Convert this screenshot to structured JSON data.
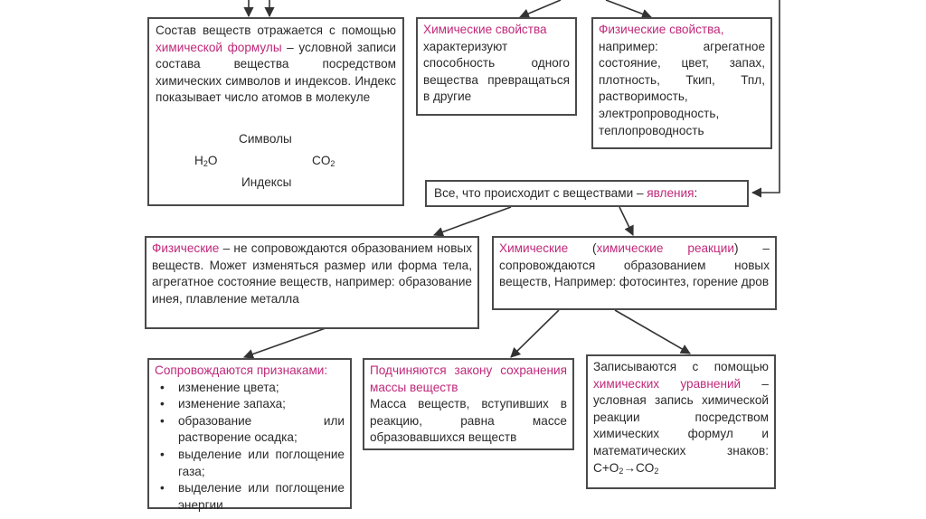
{
  "composition_box": {
    "text_before": "Состав веществ отражается с по­мощью ",
    "highlight": "химической формулы",
    "text_after": " – условной записи состава вещества посредством химических символов и индексов. Индекс показывает число атомов в молекуле",
    "formula": {
      "symbols_label": "Символы",
      "indices_label": "Индексы",
      "left_formula": "H",
      "left_sub": "2",
      "left_tail": "O",
      "right_formula": "CO",
      "right_sub": "2"
    }
  },
  "chemical_props": {
    "title": "Химические свойства",
    "text": "характеризуют способность одного вещества превращаться в другие"
  },
  "physical_props": {
    "title": "Физические свойства,",
    "text": "например: агрегатное состояние, цвет, запах, плотность, Ткип, Тпл, растворимость, электропроводность, теплопроводность"
  },
  "phenomena": {
    "text": "Все, что происходит с веществами – ",
    "highlight": "явления",
    "tail": ":"
  },
  "physical_phen": {
    "title": "Физические",
    "text": " – не сопровождаются образованием новых веществ. Может изменяться размер или форма тела, агрегатное состояние веществ, например: образование инея, плавление металла"
  },
  "chemical_phen": {
    "title": "Химические",
    "paren_open": " (",
    "title2": "химические реакции",
    "paren_close": ")",
    "text": " – сопровождаются образованием новых веществ, Например: фотосинтез, горение дров"
  },
  "signs": {
    "title": "Сопровождаются признаками:",
    "items": [
      "изменение цвета;",
      "изменение запаха;",
      "образование или растворение осадка;",
      "выделение или поглощение газа;",
      "выделение или поглощение энергии"
    ]
  },
  "mass_law": {
    "title": "Подчиняются закону сохранения массы веществ",
    "text": "Масса веществ, вступивших в реакцию, равна массе образовавшихся веществ"
  },
  "equations": {
    "text_before": "Записываются с помощью ",
    "highlight": "химических уравнений",
    "text_after": " – условная запись химической реакции посредством химических формул и математических знаков: ",
    "eq_c": "C+O",
    "eq_sub1": "2",
    "eq_arrow": "→CO",
    "eq_sub2": "2"
  }
}
